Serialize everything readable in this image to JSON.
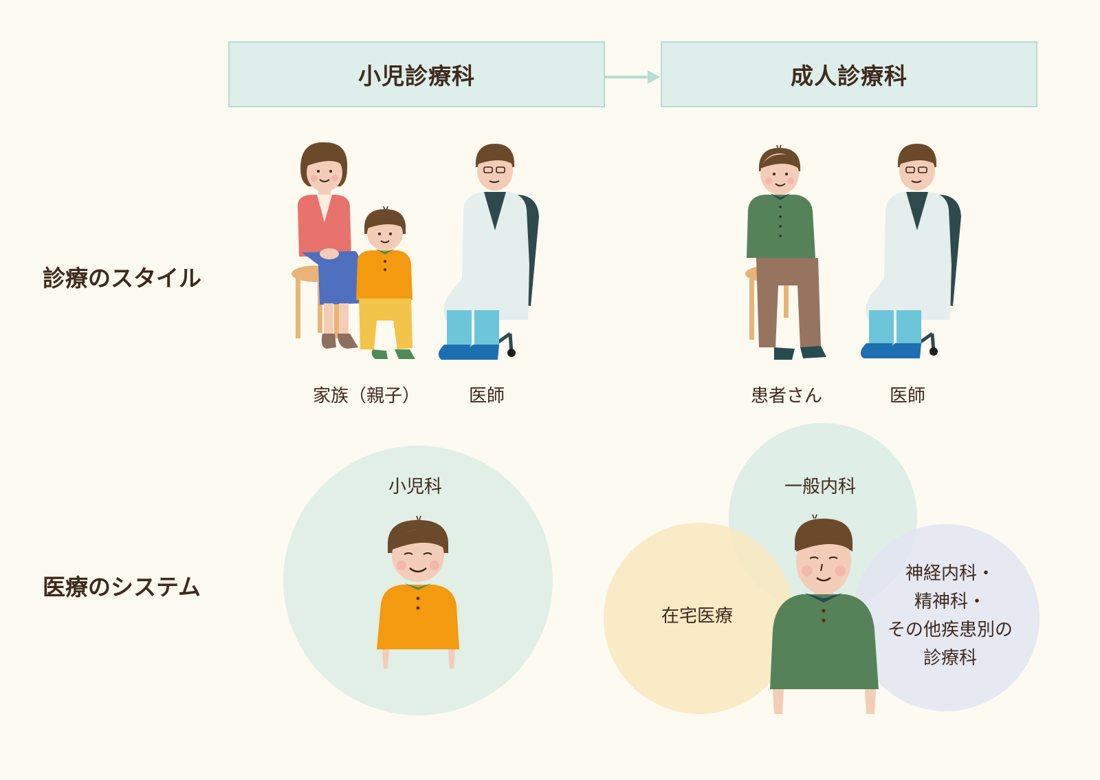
{
  "header": {
    "pediatric": "小児診療科",
    "adult": "成人診療科",
    "arrow": "arrow-right"
  },
  "rows": {
    "style": "診療のスタイル",
    "system": "医療のシステム"
  },
  "style_section": {
    "pediatric_people": [
      {
        "label": "家族（親子）",
        "figures": [
          "mother-seated",
          "child-seated"
        ]
      },
      {
        "label": "医師",
        "figures": [
          "doctor-seated"
        ]
      }
    ],
    "adult_people": [
      {
        "label": "患者さん",
        "figures": [
          "adult-patient-seated"
        ]
      },
      {
        "label": "医師",
        "figures": [
          "doctor-seated"
        ]
      }
    ]
  },
  "system_section": {
    "pediatric": {
      "circles": [
        {
          "label": "小児科",
          "color": "#e1efe7"
        }
      ],
      "figure": "child-upper-body"
    },
    "adult": {
      "circles": [
        {
          "label": "一般内科",
          "color": "#dcece4"
        },
        {
          "label": "在宅医療",
          "color": "#f9e8bf"
        },
        {
          "label_lines": [
            "神経内科・",
            "精神科・",
            "その他疾患別の",
            "診療科"
          ],
          "color": "#e2e4f2"
        }
      ],
      "figure": "adult-upper-body"
    }
  },
  "colors": {
    "background": "#fdfaf2",
    "header_fill": "#deeeea",
    "header_border": "#b6ddd3",
    "text": "#3e2a1e"
  }
}
